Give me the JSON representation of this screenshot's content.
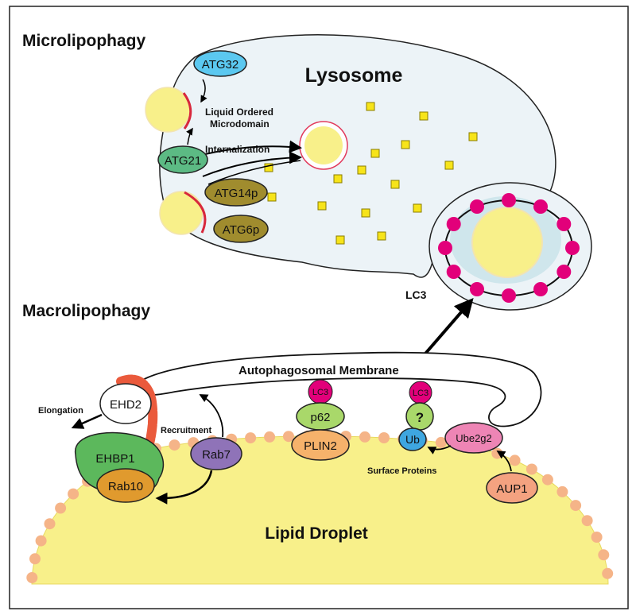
{
  "sections": {
    "micro": "Microlipophagy",
    "macro": "Macrolipophagy"
  },
  "lysosome": {
    "label": "Lysosome"
  },
  "micro_labels": {
    "liquid_ordered_line1": "Liquid Ordered",
    "liquid_ordered_line2": "Microdomain",
    "internalization": "Internalization"
  },
  "micro_proteins": {
    "atg32": "ATG32",
    "atg21": "ATG21",
    "atg14p": "ATG14p",
    "atg6p": "ATG6p"
  },
  "autophagosome": {
    "lc3": "LC3"
  },
  "membrane": {
    "label": "Autophagosomal Membrane"
  },
  "macro_labels": {
    "elongation": "Elongation",
    "recruitment": "Recruitment",
    "surface_proteins": "Surface Proteins"
  },
  "macro_proteins": {
    "ehd2": "EHD2",
    "ehbp1": "EHBP1",
    "rab10": "Rab10",
    "rab7": "Rab7",
    "lc3_a": "LC3",
    "p62": "p62",
    "plin2": "PLIN2",
    "lc3_b": "LC3",
    "unknown": "?",
    "ub": "Ub",
    "ube2g2": "Ube2g2",
    "aup1": "AUP1"
  },
  "droplet": {
    "label": "Lipid Droplet"
  },
  "colors": {
    "lipid": "#f8f08a",
    "lysosome_fill": "#ecf3f7",
    "lc3": "#e2007a",
    "surface_dots": "#f5b488",
    "atg32": "#5bc8f0",
    "atg21": "#5cba84",
    "atg14": "#a08c2e",
    "ehbp1": "#5cb85c",
    "rab10": "#e09a2e",
    "rab7": "#8f73b8",
    "p62": "#a9d86a",
    "plin2": "#f6b26b",
    "ub": "#3ea6e0",
    "ube2g2": "#ee85b5",
    "aup1": "#f4a280",
    "ehd2_tube": "#ea5a3c"
  }
}
